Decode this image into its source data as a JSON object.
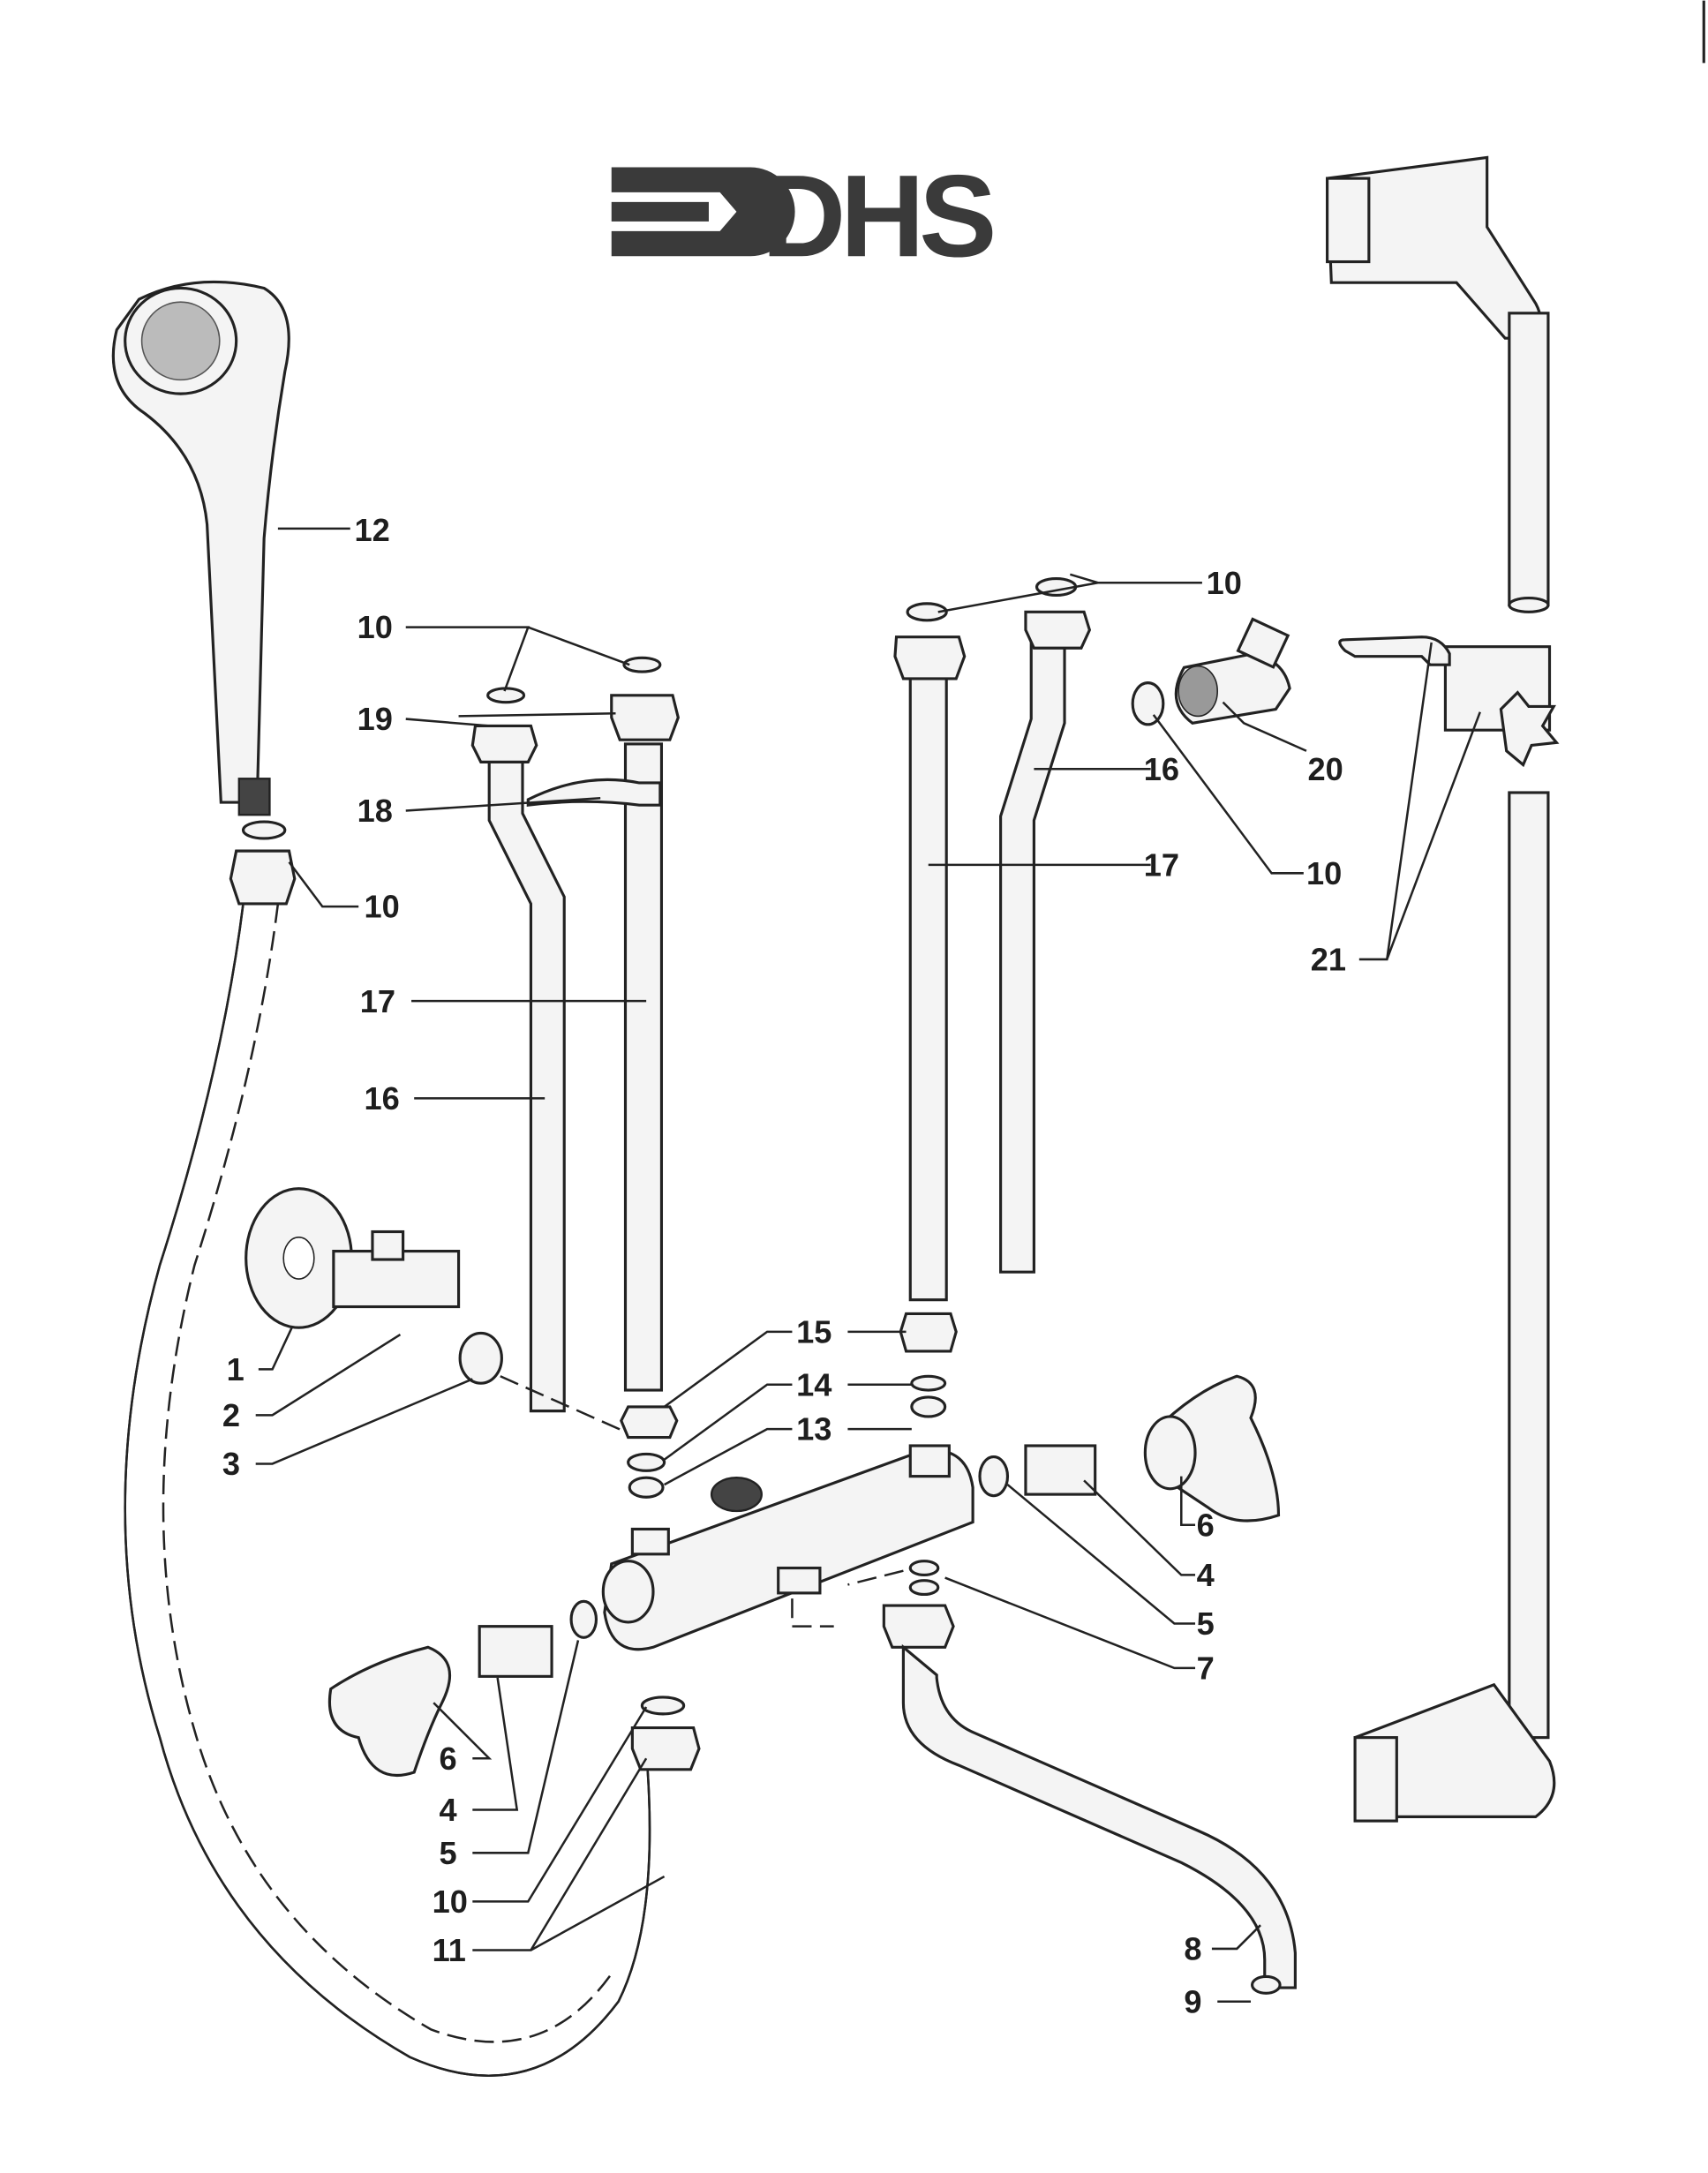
{
  "logo": {
    "text": "DHS"
  },
  "callouts": {
    "c12": "12",
    "c10a": "10",
    "c19": "19",
    "c18": "18",
    "c10b": "10",
    "c17a": "17",
    "c16a": "16",
    "c1": "1",
    "c2": "2",
    "c3": "3",
    "c15": "15",
    "c14": "14",
    "c13": "13",
    "c10c": "10",
    "c16b": "16",
    "c20": "20",
    "c17b": "17",
    "c10d": "10",
    "c21": "21",
    "c6a": "6",
    "c4a": "4",
    "c5a": "5",
    "c7": "7",
    "c6b": "6",
    "c4b": "4",
    "c5b": "5",
    "c10e": "10",
    "c11": "11",
    "c8": "8",
    "c9": "9"
  }
}
